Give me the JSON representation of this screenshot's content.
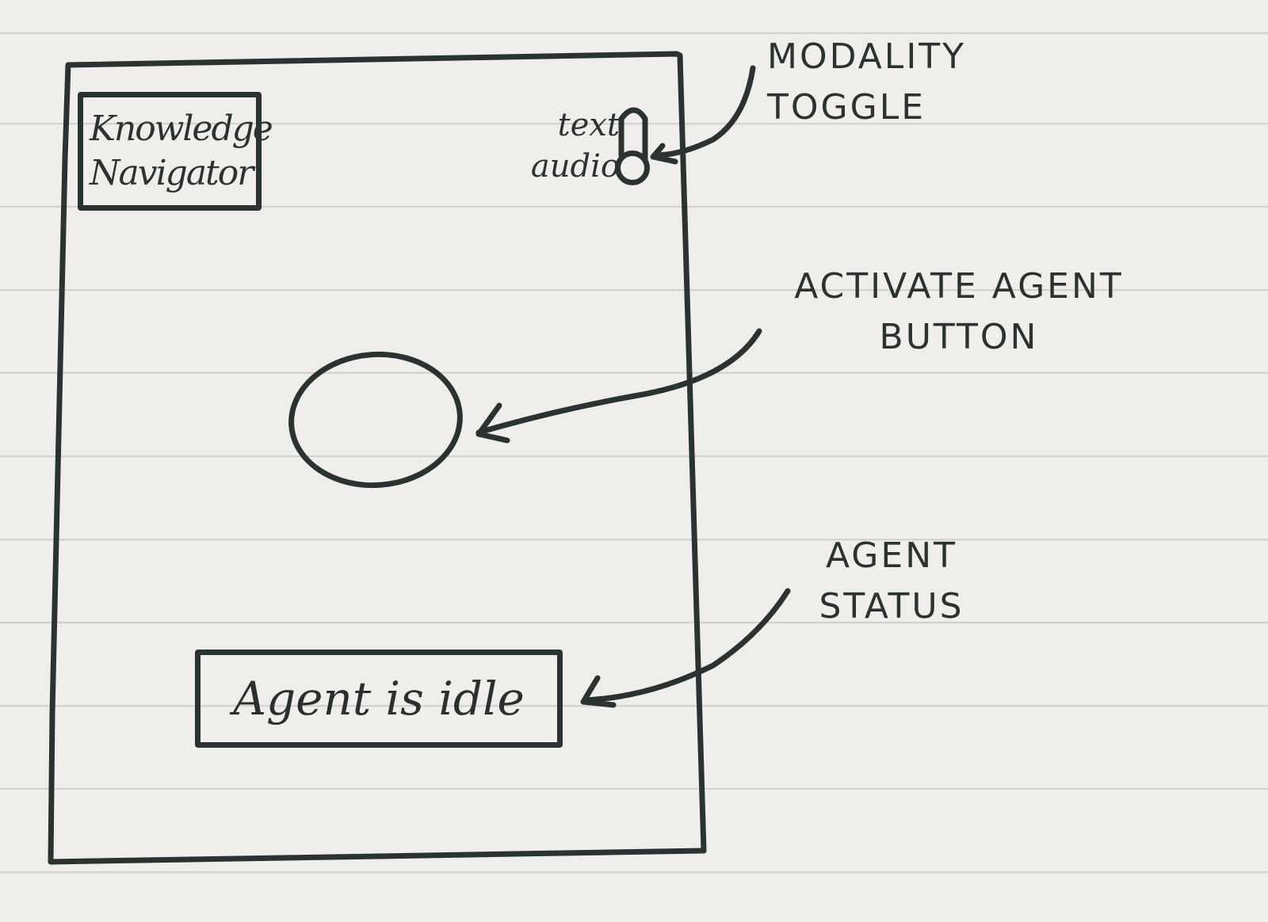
{
  "app": {
    "title_line1": "Knowledge",
    "title_line2": "Navigator"
  },
  "modality_toggle": {
    "option_top": "text",
    "option_bottom": "audio"
  },
  "status": {
    "text": "Agent is idle"
  },
  "annotations": {
    "modality_toggle_line1": "MODALITY",
    "modality_toggle_line2": "TOGGLE",
    "activate_agent_line1": "ACTIVATE AGENT",
    "activate_agent_line2": "BUTTON",
    "agent_status_line1": "AGENT",
    "agent_status_line2": "STATUS"
  },
  "colors": {
    "paper": "#efeeea",
    "rule_line": "#cfd0cc",
    "ink": "#2b3332"
  }
}
